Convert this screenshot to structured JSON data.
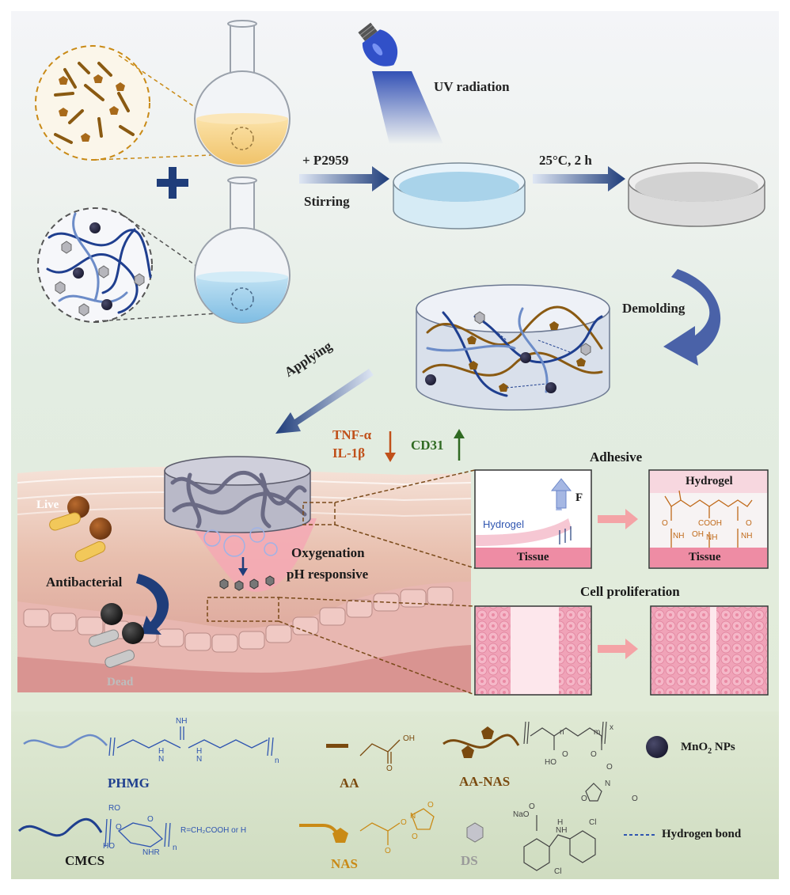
{
  "process": {
    "plus_p2959": "+ P2959",
    "stirring": "Stirring",
    "uv_radiation": "UV radiation",
    "temperature_time": "25°C, 2 h",
    "demolding": "Demolding",
    "applying": "Applying"
  },
  "markers": {
    "tnf_alpha": "TNF-α",
    "il_1beta": "IL-1β",
    "cd31": "CD31",
    "live": "Live",
    "antibacterial": "Antibacterial",
    "dead": "Dead",
    "oxygenation": "Oxygenation",
    "ph_responsive": "pH responsive"
  },
  "adhesive_panel": {
    "title": "Adhesive",
    "hydrogel": "Hydrogel",
    "tissue": "Tissue",
    "force": "F",
    "hydrogel_right": "Hydrogel",
    "tissue_right": "Tissue",
    "cooh": "COOH",
    "oh": "OH",
    "nh2": "NH",
    "nh_a": "NH",
    "nh_b": "NH",
    "o_a": "O",
    "o_b": "O"
  },
  "cell_panel": {
    "title": "Cell proliferation"
  },
  "legend": {
    "phmg": "PHMG",
    "phmg_nh": "NH",
    "phmg_h1": "H",
    "phmg_h2": "H",
    "phmg_n": "N",
    "phmg_n2": "N",
    "phmg_sub": "n",
    "aa": "AA",
    "aa_oh": "OH",
    "aa_o": "O",
    "aa_nas": "AA-NAS",
    "aanas_n": "n",
    "aanas_m": "m",
    "aanas_x": "x",
    "aanas_ho": "HO",
    "aanas_o1": "O",
    "aanas_o2": "O",
    "aanas_o3": "O",
    "aanas_o4": "O",
    "aanas_o5": "O",
    "aanas_n_ring": "N",
    "mno2_prefix": "MnO",
    "mno2_sub": "2",
    "mno2_suffix": " NPs",
    "cmcs": "CMCS",
    "cmcs_ro": "RO",
    "cmcs_ho": "HO",
    "cmcs_nhr": "NHR",
    "cmcs_o1": "O",
    "cmcs_o2": "O",
    "cmcs_n": "n",
    "cmcs_r": "R=CH₂COOH or H",
    "nas": "NAS",
    "nas_o1": "O",
    "nas_o2": "O",
    "nas_o3": "O",
    "nas_o4": "O",
    "nas_n": "N",
    "ds": "DS",
    "ds_nao": "NaO",
    "ds_o": "O",
    "ds_nh": "NH",
    "ds_h": "H",
    "ds_cl1": "Cl",
    "ds_cl2": "Cl",
    "hydrogen_bond": "Hydrogen bond"
  },
  "colors": {
    "arrow_navy": "#1f3d7a",
    "label_orange_red": "#c0501a",
    "label_green": "#2f6a22",
    "pchmg_blue": "#1f3f8f",
    "aa_brown": "#7a4a0f",
    "nas_gold": "#c98a16",
    "ds_gray": "#9a9a9a",
    "tissue_pink": "#f2a8b8"
  }
}
